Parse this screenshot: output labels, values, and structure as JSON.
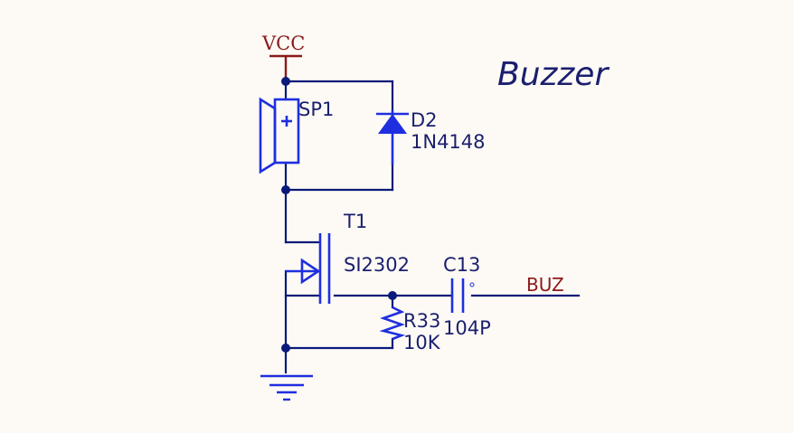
{
  "title": "Buzzer",
  "power": {
    "vcc": "VCC"
  },
  "net": {
    "buz": "BUZ"
  },
  "components": {
    "sp1": {
      "ref": "SP1",
      "plus": "+"
    },
    "d2": {
      "ref": "D2",
      "value": "1N4148"
    },
    "t1": {
      "ref": "T1",
      "value": "SI2302"
    },
    "c13": {
      "ref": "C13",
      "value": "104P"
    },
    "r33": {
      "ref": "R33",
      "value": "10K"
    }
  },
  "colors": {
    "background": "#fdfaf5",
    "wire": "#0a1a7a",
    "component": "#1f2fe0",
    "power_net": "#8b1a1a",
    "label": "#1a1f6e"
  }
}
